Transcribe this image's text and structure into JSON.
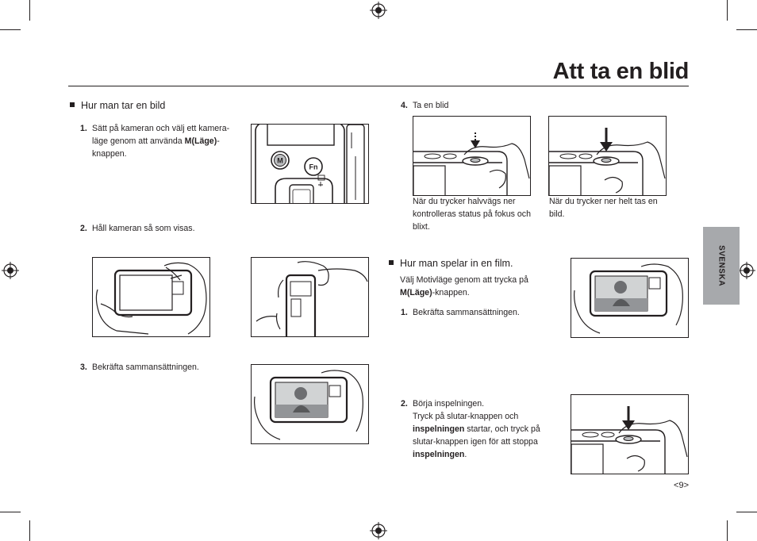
{
  "page": {
    "title": "Att ta en blid",
    "side_tab": "SVENSKA",
    "page_number": "<9>"
  },
  "section_photo": {
    "heading": "Hur man tar en bild",
    "steps": [
      {
        "num": "1.",
        "pre": "Sätt på kameran och välj ett kamera-läge genom att använda ",
        "bold": "M(Läge)",
        "post": "-knappen."
      },
      {
        "num": "2.",
        "text": "Håll kameran så som visas."
      },
      {
        "num": "3.",
        "text": "Bekräfta sammansättningen."
      },
      {
        "num": "4.",
        "text": "Ta en blid"
      }
    ],
    "caption_half": "När du trycker halvvägs ner kontrolleras status på fokus och blixt.",
    "caption_full": "När du trycker ner helt tas en bild.",
    "button_m": "M",
    "button_fn": "Fn"
  },
  "section_movie": {
    "heading": "Hur man spelar in en film.",
    "intro_pre": "Välj Motivläge genom att trycka på ",
    "intro_bold": "M(Läge)",
    "intro_post": "-knappen.",
    "step1": {
      "num": "1.",
      "text": "Bekräfta sammansättningen."
    },
    "step2": {
      "num": "2.",
      "line1": "Börja inspelningen.",
      "part_a": "Tryck på slutar-knappen och ",
      "bold_a": "inspelningen",
      "part_b": " startar, och tryck på slutar-knappen igen för att stoppa ",
      "bold_b": "inspelningen",
      "part_c": "."
    }
  }
}
